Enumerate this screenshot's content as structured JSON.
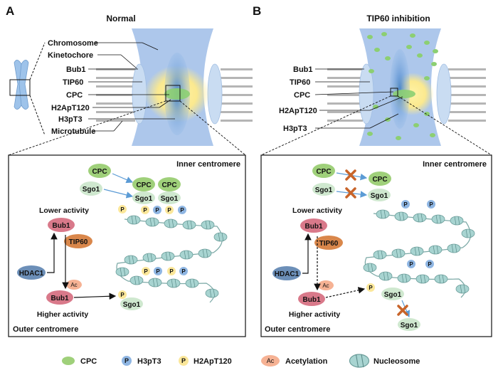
{
  "panelA": {
    "letter": "A",
    "title": "Normal",
    "labels": {
      "chromosome": "Chromosome",
      "kinetochore": "Kinetochore",
      "bub1": "Bub1",
      "tip60": "TIP60",
      "cpc": "CPC",
      "h2apt120": "H2ApT120",
      "h3pt3": "H3pT3",
      "microtubule": "Microtubule"
    },
    "zoom": {
      "inner": "Inner centromere",
      "outer": "Outer centromere",
      "cpc": "CPC",
      "sgo1": "Sgo1",
      "lower_activity": "Lower activity",
      "higher_activity": "Higher activity",
      "bub1": "Bub1",
      "tip60": "TIP60",
      "hdac1": "HDAC1",
      "ac": "Ac",
      "p": "P"
    }
  },
  "panelB": {
    "letter": "B",
    "title": "TIP60 inhibition",
    "labels": {
      "bub1": "Bub1",
      "tip60": "TIP60",
      "cpc": "CPC",
      "h2apt120": "H2ApT120",
      "h3pt3": "H3pT3"
    },
    "zoom": {
      "inner": "Inner centromere",
      "outer": "Outer centromere",
      "cpc": "CPC",
      "sgo1": "Sgo1",
      "lower_activity": "Lower activity",
      "higher_activity": "Higher activity",
      "bub1": "Bub1",
      "tip60": "TIP60",
      "hdac1": "HDAC1",
      "ac": "Ac",
      "p": "P"
    }
  },
  "legend": {
    "cpc": "CPC",
    "h3pt3": "H3pT3",
    "h2apt120": "H2ApT120",
    "acetylation": "Acetylation",
    "nucleosome": "Nucleosome",
    "p": "P",
    "ac": "Ac"
  },
  "colors": {
    "chromosome": "#a9c4ea",
    "kinetochore": "#c9dcf2",
    "cpc": "#9fd07a",
    "h3pt3": "#8fb6e3",
    "h2apt120": "#fbe79a",
    "acetylation": "#f6b294",
    "bub1": "#d9798a",
    "tip60": "#d9874b",
    "hdac1": "#6c8fb8",
    "sgo1": "#cfe8cf",
    "nucleosome": "#a8d4d1",
    "arrow_blue": "#5b9bd5",
    "cross": "#c8642a",
    "microtubule": "#b5b5b5"
  }
}
